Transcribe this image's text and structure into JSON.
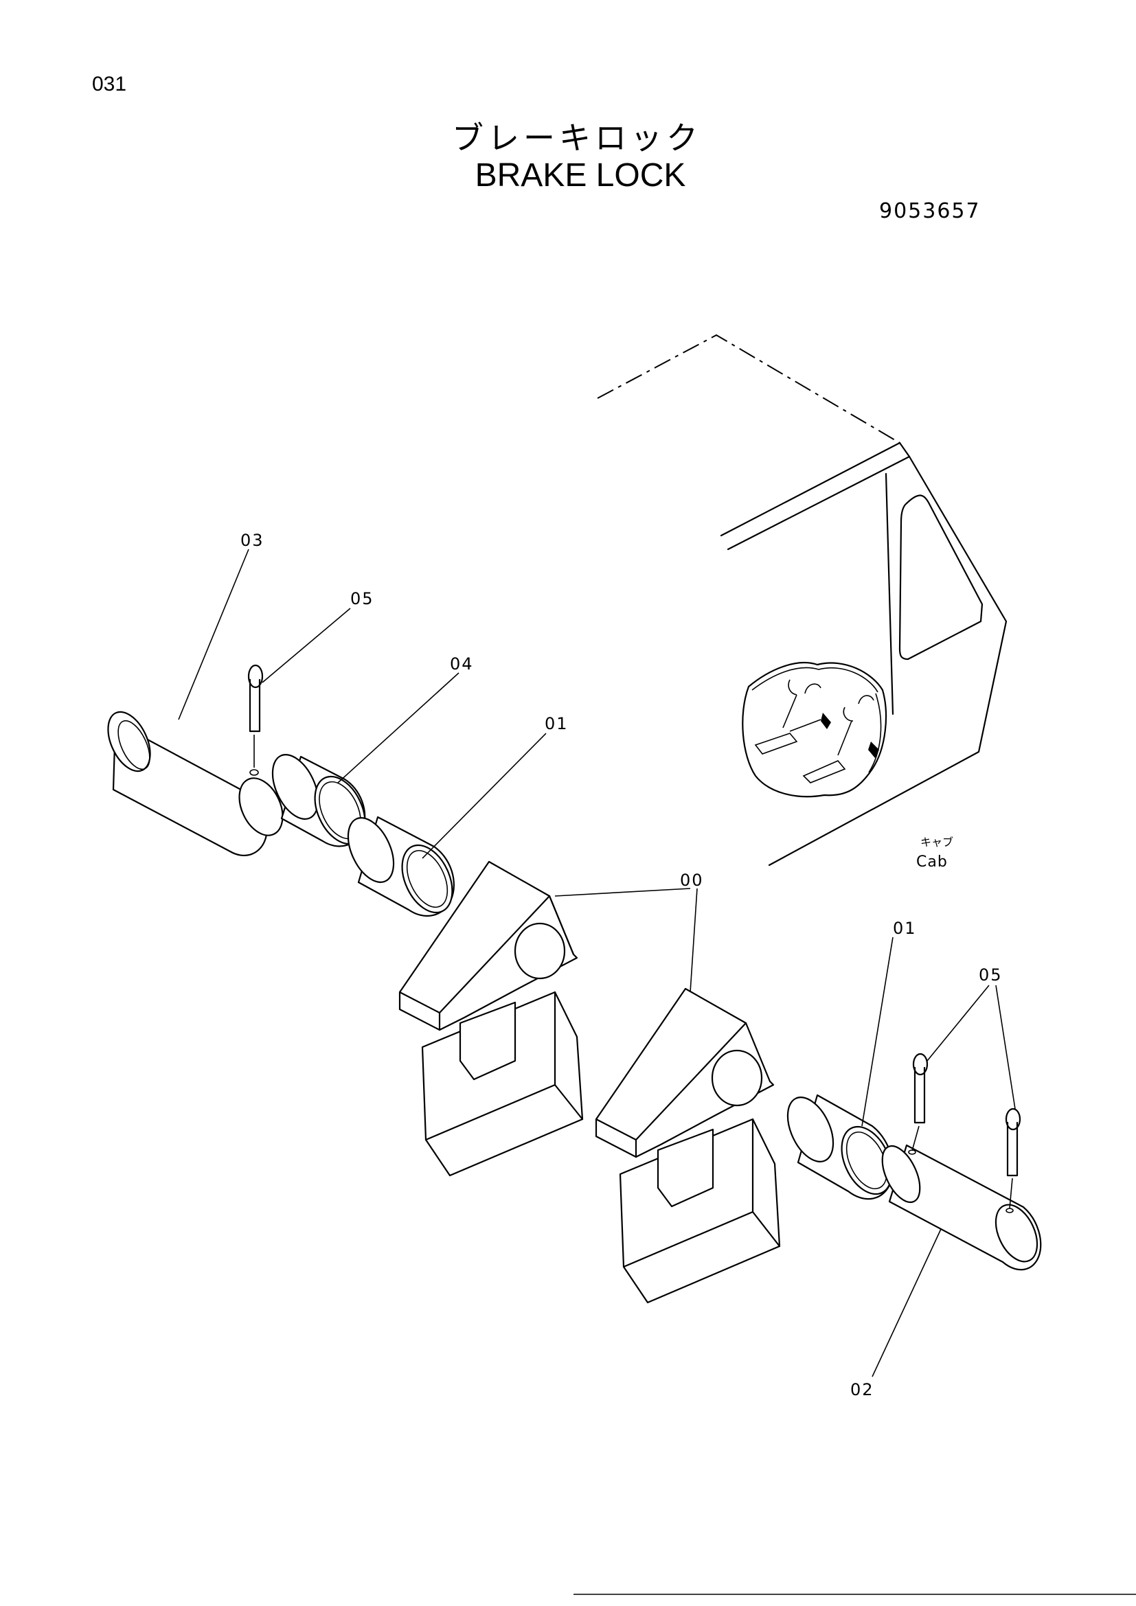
{
  "header": {
    "page_number": "031",
    "title_japanese": "ブレーキロック",
    "title_english": "BRAKE LOCK",
    "drawing_number": "9053657"
  },
  "callouts": [
    {
      "id": "pin-top",
      "label": "03"
    },
    {
      "id": "cotter-pin-top",
      "label": "05"
    },
    {
      "id": "bushing-top",
      "label": "04"
    },
    {
      "id": "collar-top",
      "label": "01"
    },
    {
      "id": "brake-lock-assembly",
      "label": "00"
    },
    {
      "id": "collar-bottom",
      "label": "01"
    },
    {
      "id": "cotter-pins-bottom",
      "label": "05"
    },
    {
      "id": "pin-bottom",
      "label": "02"
    }
  ],
  "cab_label": {
    "japanese": "キャブ",
    "english": "Cab"
  }
}
